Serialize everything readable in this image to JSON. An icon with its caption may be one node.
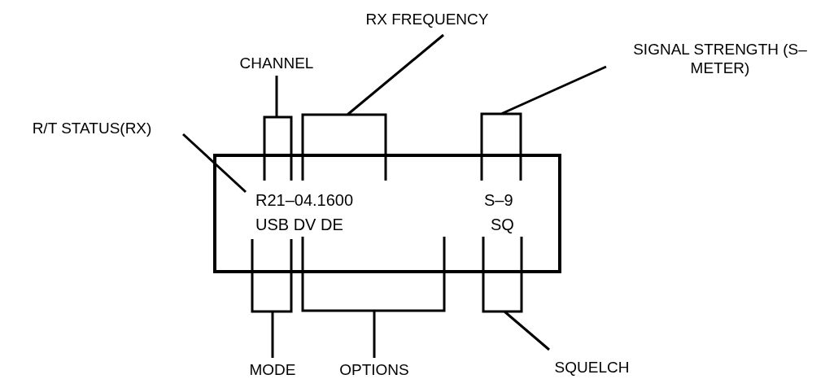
{
  "diagram": {
    "nodes": [
      {
        "text": [
          "RX FREQUENCY"
        ]
      },
      {
        "text": [
          "CHANNEL"
        ]
      },
      {
        "text": [
          "SIGNAL STRENGTH (S–METER)"
        ]
      },
      {
        "text": [
          "R/T STATUS(RX)"
        ]
      },
      {
        "text": [
          "R21–04.1600",
          "USB DV DE",
          "S–9",
          "SQ"
        ]
      },
      {
        "text": [
          "MODE"
        ]
      },
      {
        "text": [
          "OPTIONS"
        ]
      },
      {
        "text": [
          "SQUELCH"
        ]
      }
    ],
    "edges": [
      {
        "from": 0,
        "to": 4,
        "arrow": "none"
      },
      {
        "from": 1,
        "to": 4,
        "arrow": "none"
      },
      {
        "from": 2,
        "to": 4,
        "arrow": "none"
      },
      {
        "from": 3,
        "to": 4,
        "arrow": "none"
      },
      {
        "from": 5,
        "to": 4,
        "arrow": "none"
      },
      {
        "from": 6,
        "to": 4,
        "arrow": "none"
      },
      {
        "from": 7,
        "to": 4,
        "arrow": "none"
      }
    ]
  }
}
